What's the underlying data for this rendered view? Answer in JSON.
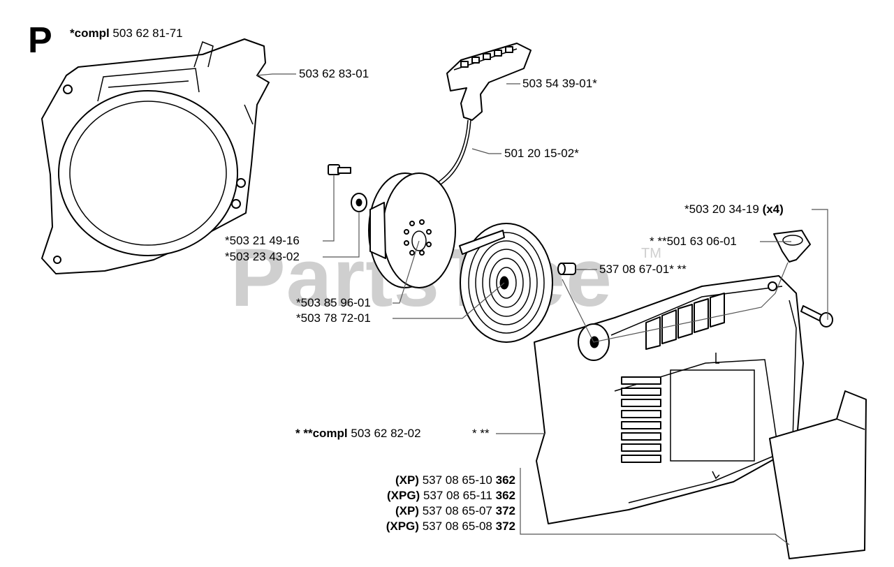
{
  "diagram": {
    "section_letter": "P",
    "watermark": "PartsTree",
    "watermark_mark": "TM",
    "labels": {
      "cover_kit_prefix": "*compl",
      "cover_kit_number": "503 62 81-71",
      "fan_housing": "503 62 83-01",
      "handle": "503 54 39-01*",
      "rope": "501 20 15-02*",
      "screw_a": "*503 21 49-16",
      "washer_a": "*503 23 43-02",
      "pulley": "*503 85 96-01",
      "spring": "*503 78 72-01",
      "bushing": "537 08 67-01* **",
      "screw_b_number": "*503 20 34-19",
      "screw_b_qty": "(x4)",
      "rope_guide": "* **501 63 06-01",
      "starter_prefix": "* **compl",
      "starter_number": "503 62 82-02",
      "starter_stars": "* **"
    },
    "variants": [
      {
        "model": "(XP)",
        "part": "537 08 65-10",
        "size": "362"
      },
      {
        "model": "(XPG)",
        "part": "537 08 65-11",
        "size": "362"
      },
      {
        "model": "(XP)",
        "part": "537 08 65-07",
        "size": "372"
      },
      {
        "model": "(XPG)",
        "part": "537 08 65-08",
        "size": "372"
      }
    ]
  }
}
